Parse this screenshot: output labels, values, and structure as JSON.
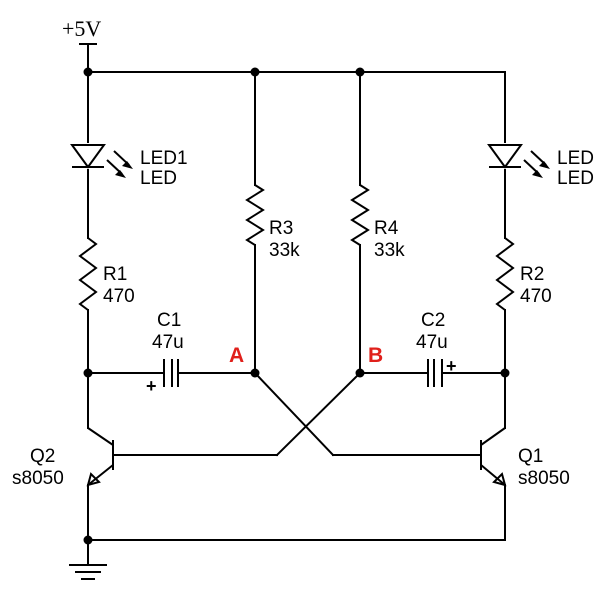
{
  "supply": {
    "label": "+5V"
  },
  "led_left": {
    "ref": "LED1",
    "value": "LED"
  },
  "led_right": {
    "ref": "LED",
    "value": "LED"
  },
  "r1": {
    "ref": "R1",
    "value": "470"
  },
  "r2": {
    "ref": "R2",
    "value": "470"
  },
  "r3": {
    "ref": "R3",
    "value": "33k"
  },
  "r4": {
    "ref": "R4",
    "value": "33k"
  },
  "c1": {
    "ref": "C1",
    "value": "47u",
    "polarity": "+"
  },
  "c2": {
    "ref": "C2",
    "value": "47u",
    "polarity": "+"
  },
  "q1": {
    "ref": "Q1",
    "value": "s8050"
  },
  "q2": {
    "ref": "Q2",
    "value": "s8050"
  },
  "nodes": {
    "a": "A",
    "b": "B"
  },
  "colors": {
    "wire": "#000000",
    "node_label": "#e0201b"
  }
}
